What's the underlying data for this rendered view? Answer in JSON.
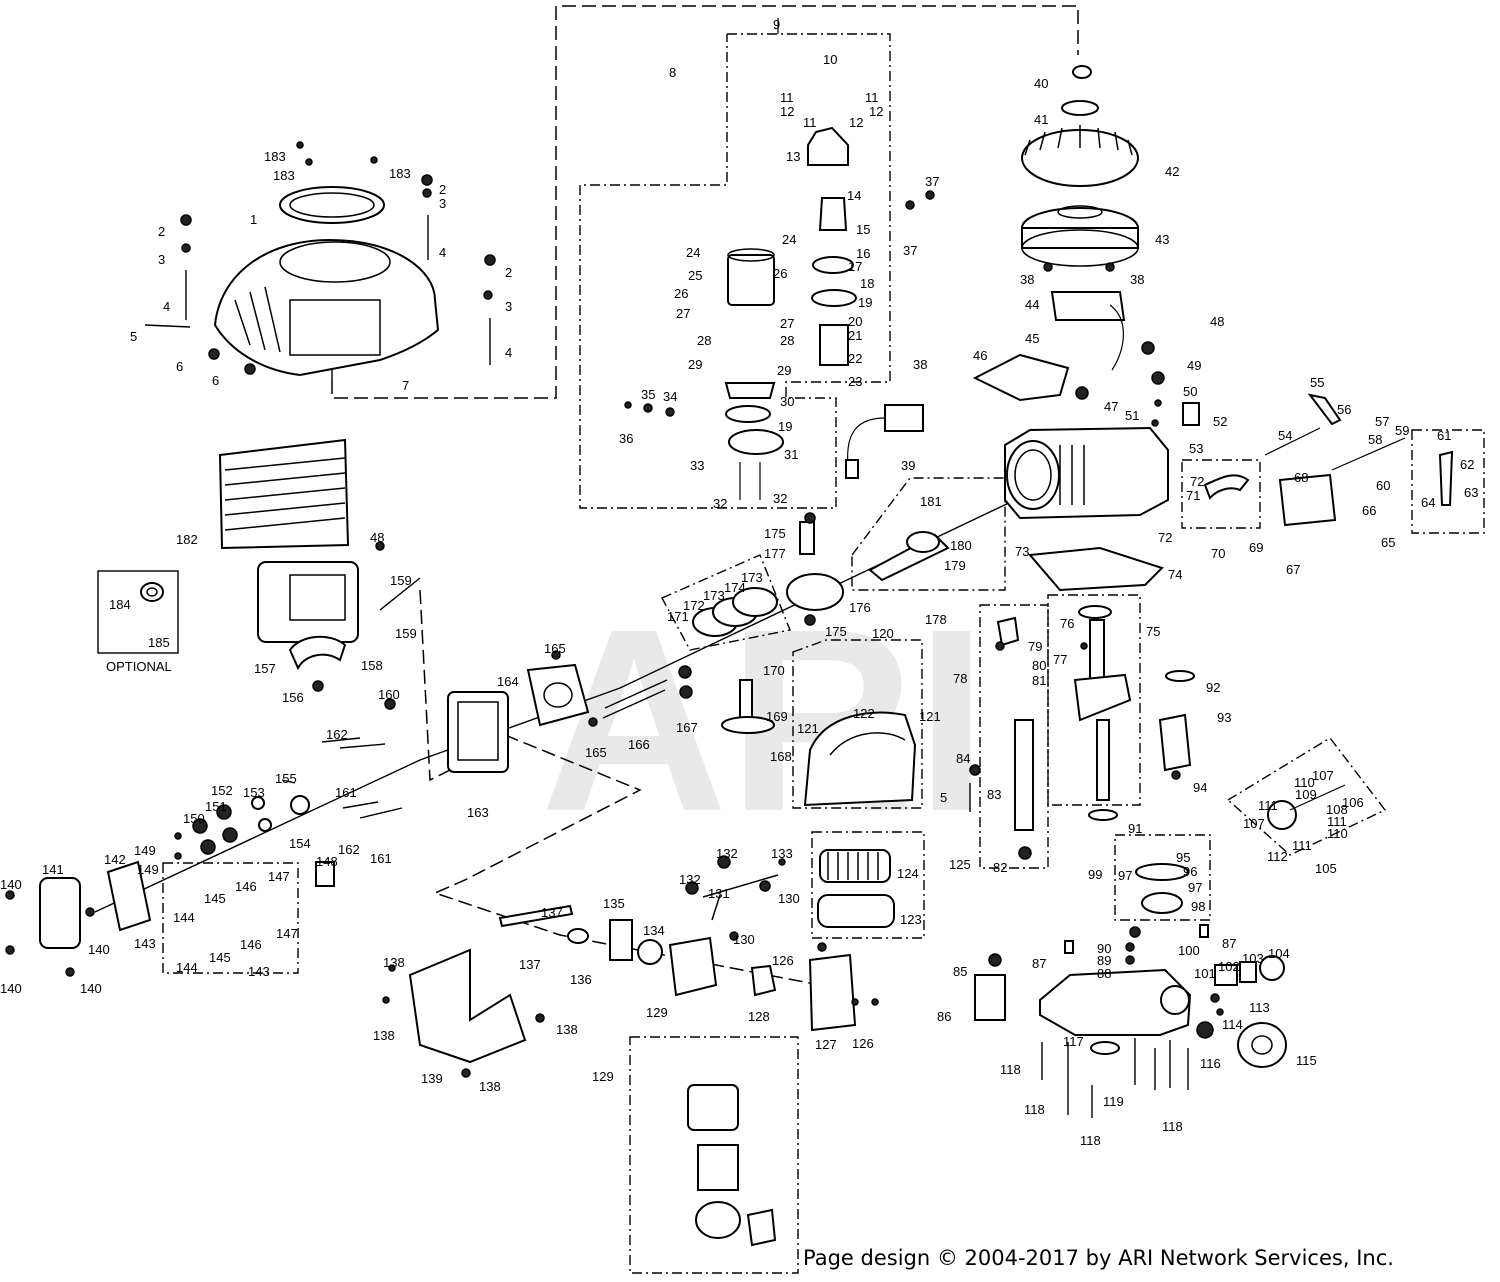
{
  "watermark": "ARI",
  "copyright": "Page design © 2004-2017 by ARI Network Services, Inc.",
  "optional_label": "OPTIONAL",
  "callouts": [
    {
      "id": "c1",
      "text": "1"
    },
    {
      "id": "c2a",
      "text": "2"
    },
    {
      "id": "c2b",
      "text": "2"
    },
    {
      "id": "c2c",
      "text": "2"
    },
    {
      "id": "c3a",
      "text": "3"
    },
    {
      "id": "c3b",
      "text": "3"
    },
    {
      "id": "c3c",
      "text": "3"
    },
    {
      "id": "c4a",
      "text": "4"
    },
    {
      "id": "c4b",
      "text": "4"
    },
    {
      "id": "c4c",
      "text": "4"
    },
    {
      "id": "c5a",
      "text": "5"
    },
    {
      "id": "c5b",
      "text": "5"
    },
    {
      "id": "c6a",
      "text": "6"
    },
    {
      "id": "c6b",
      "text": "6"
    },
    {
      "id": "c7",
      "text": "7"
    },
    {
      "id": "c8",
      "text": "8"
    },
    {
      "id": "c9",
      "text": "9"
    },
    {
      "id": "c10",
      "text": "10"
    },
    {
      "id": "c11a",
      "text": "11"
    },
    {
      "id": "c11b",
      "text": "11"
    },
    {
      "id": "c11c",
      "text": "11"
    },
    {
      "id": "c12a",
      "text": "12"
    },
    {
      "id": "c12b",
      "text": "12"
    },
    {
      "id": "c12c",
      "text": "12"
    },
    {
      "id": "c13",
      "text": "13"
    },
    {
      "id": "c14",
      "text": "14"
    },
    {
      "id": "c15",
      "text": "15"
    },
    {
      "id": "c16",
      "text": "16"
    },
    {
      "id": "c17",
      "text": "17"
    },
    {
      "id": "c18",
      "text": "18"
    },
    {
      "id": "c19a",
      "text": "19"
    },
    {
      "id": "c19b",
      "text": "19"
    },
    {
      "id": "c20",
      "text": "20"
    },
    {
      "id": "c21",
      "text": "21"
    },
    {
      "id": "c22",
      "text": "22"
    },
    {
      "id": "c23",
      "text": "23"
    },
    {
      "id": "c24a",
      "text": "24"
    },
    {
      "id": "c24b",
      "text": "24"
    },
    {
      "id": "c25",
      "text": "25"
    },
    {
      "id": "c26a",
      "text": "26"
    },
    {
      "id": "c26b",
      "text": "26"
    },
    {
      "id": "c27a",
      "text": "27"
    },
    {
      "id": "c27b",
      "text": "27"
    },
    {
      "id": "c28a",
      "text": "28"
    },
    {
      "id": "c28b",
      "text": "28"
    },
    {
      "id": "c29a",
      "text": "29"
    },
    {
      "id": "c29b",
      "text": "29"
    },
    {
      "id": "c30",
      "text": "30"
    },
    {
      "id": "c31",
      "text": "31"
    },
    {
      "id": "c32a",
      "text": "32"
    },
    {
      "id": "c32b",
      "text": "32"
    },
    {
      "id": "c33",
      "text": "33"
    },
    {
      "id": "c34",
      "text": "34"
    },
    {
      "id": "c35",
      "text": "35"
    },
    {
      "id": "c36",
      "text": "36"
    },
    {
      "id": "c37a",
      "text": "37"
    },
    {
      "id": "c37b",
      "text": "37"
    },
    {
      "id": "c38a",
      "text": "38"
    },
    {
      "id": "c38b",
      "text": "38"
    },
    {
      "id": "c38c",
      "text": "38"
    },
    {
      "id": "c39",
      "text": "39"
    },
    {
      "id": "c40",
      "text": "40"
    },
    {
      "id": "c41",
      "text": "41"
    },
    {
      "id": "c42",
      "text": "42"
    },
    {
      "id": "c43",
      "text": "43"
    },
    {
      "id": "c44",
      "text": "44"
    },
    {
      "id": "c45",
      "text": "45"
    },
    {
      "id": "c46",
      "text": "46"
    },
    {
      "id": "c47",
      "text": "47"
    },
    {
      "id": "c48a",
      "text": "48"
    },
    {
      "id": "c48b",
      "text": "48"
    },
    {
      "id": "c49",
      "text": "49"
    },
    {
      "id": "c50",
      "text": "50"
    },
    {
      "id": "c51",
      "text": "51"
    },
    {
      "id": "c52",
      "text": "52"
    },
    {
      "id": "c53",
      "text": "53"
    },
    {
      "id": "c54",
      "text": "54"
    },
    {
      "id": "c55",
      "text": "55"
    },
    {
      "id": "c56",
      "text": "56"
    },
    {
      "id": "c57",
      "text": "57"
    },
    {
      "id": "c58",
      "text": "58"
    },
    {
      "id": "c59",
      "text": "59"
    },
    {
      "id": "c60",
      "text": "60"
    },
    {
      "id": "c61",
      "text": "61"
    },
    {
      "id": "c62",
      "text": "62"
    },
    {
      "id": "c63",
      "text": "63"
    },
    {
      "id": "c64",
      "text": "64"
    },
    {
      "id": "c65",
      "text": "65"
    },
    {
      "id": "c66",
      "text": "66"
    },
    {
      "id": "c67",
      "text": "67"
    },
    {
      "id": "c68",
      "text": "68"
    },
    {
      "id": "c69",
      "text": "69"
    },
    {
      "id": "c70",
      "text": "70"
    },
    {
      "id": "c71",
      "text": "71"
    },
    {
      "id": "c72a",
      "text": "72"
    },
    {
      "id": "c72b",
      "text": "72"
    },
    {
      "id": "c73",
      "text": "73"
    },
    {
      "id": "c74",
      "text": "74"
    },
    {
      "id": "c75",
      "text": "75"
    },
    {
      "id": "c76",
      "text": "76"
    },
    {
      "id": "c77",
      "text": "77"
    },
    {
      "id": "c78",
      "text": "78"
    },
    {
      "id": "c79",
      "text": "79"
    },
    {
      "id": "c80",
      "text": "80"
    },
    {
      "id": "c81",
      "text": "81"
    },
    {
      "id": "c82",
      "text": "82"
    },
    {
      "id": "c83",
      "text": "83"
    },
    {
      "id": "c84",
      "text": "84"
    },
    {
      "id": "c85",
      "text": "85"
    },
    {
      "id": "c86",
      "text": "86"
    },
    {
      "id": "c87a",
      "text": "87"
    },
    {
      "id": "c87b",
      "text": "87"
    },
    {
      "id": "c88",
      "text": "88"
    },
    {
      "id": "c89",
      "text": "89"
    },
    {
      "id": "c90",
      "text": "90"
    },
    {
      "id": "c91",
      "text": "91"
    },
    {
      "id": "c92",
      "text": "92"
    },
    {
      "id": "c93",
      "text": "93"
    },
    {
      "id": "c94",
      "text": "94"
    },
    {
      "id": "c95",
      "text": "95"
    },
    {
      "id": "c96",
      "text": "96"
    },
    {
      "id": "c97a",
      "text": "97"
    },
    {
      "id": "c97b",
      "text": "97"
    },
    {
      "id": "c98",
      "text": "98"
    },
    {
      "id": "c99",
      "text": "99"
    },
    {
      "id": "c100",
      "text": "100"
    },
    {
      "id": "c101",
      "text": "101"
    },
    {
      "id": "c102",
      "text": "102"
    },
    {
      "id": "c103",
      "text": "103"
    },
    {
      "id": "c104",
      "text": "104"
    },
    {
      "id": "c105",
      "text": "105"
    },
    {
      "id": "c106",
      "text": "106"
    },
    {
      "id": "c107a",
      "text": "107"
    },
    {
      "id": "c107b",
      "text": "107"
    },
    {
      "id": "c108",
      "text": "108"
    },
    {
      "id": "c109",
      "text": "109"
    },
    {
      "id": "c110a",
      "text": "110"
    },
    {
      "id": "c110b",
      "text": "110"
    },
    {
      "id": "c111a",
      "text": "111"
    },
    {
      "id": "c111b",
      "text": "111"
    },
    {
      "id": "c111c",
      "text": "111"
    },
    {
      "id": "c112",
      "text": "112"
    },
    {
      "id": "c113",
      "text": "113"
    },
    {
      "id": "c114",
      "text": "114"
    },
    {
      "id": "c115",
      "text": "115"
    },
    {
      "id": "c116",
      "text": "116"
    },
    {
      "id": "c117",
      "text": "117"
    },
    {
      "id": "c118a",
      "text": "118"
    },
    {
      "id": "c118b",
      "text": "118"
    },
    {
      "id": "c118c",
      "text": "118"
    },
    {
      "id": "c118d",
      "text": "118"
    },
    {
      "id": "c119",
      "text": "119"
    },
    {
      "id": "c120",
      "text": "120"
    },
    {
      "id": "c121a",
      "text": "121"
    },
    {
      "id": "c121b",
      "text": "121"
    },
    {
      "id": "c122",
      "text": "122"
    },
    {
      "id": "c123",
      "text": "123"
    },
    {
      "id": "c124",
      "text": "124"
    },
    {
      "id": "c125",
      "text": "125"
    },
    {
      "id": "c126a",
      "text": "126"
    },
    {
      "id": "c126b",
      "text": "126"
    },
    {
      "id": "c127",
      "text": "127"
    },
    {
      "id": "c128",
      "text": "128"
    },
    {
      "id": "c129a",
      "text": "129"
    },
    {
      "id": "c129b",
      "text": "129"
    },
    {
      "id": "c130a",
      "text": "130"
    },
    {
      "id": "c130b",
      "text": "130"
    },
    {
      "id": "c131",
      "text": "131"
    },
    {
      "id": "c132a",
      "text": "132"
    },
    {
      "id": "c132b",
      "text": "132"
    },
    {
      "id": "c133",
      "text": "133"
    },
    {
      "id": "c134",
      "text": "134"
    },
    {
      "id": "c135",
      "text": "135"
    },
    {
      "id": "c136",
      "text": "136"
    },
    {
      "id": "c137a",
      "text": "137"
    },
    {
      "id": "c137b",
      "text": "137"
    },
    {
      "id": "c138a",
      "text": "138"
    },
    {
      "id": "c138b",
      "text": "138"
    },
    {
      "id": "c138c",
      "text": "138"
    },
    {
      "id": "c138d",
      "text": "138"
    },
    {
      "id": "c139",
      "text": "139"
    },
    {
      "id": "c140a",
      "text": "140"
    },
    {
      "id": "c140b",
      "text": "140"
    },
    {
      "id": "c140c",
      "text": "140"
    },
    {
      "id": "c140d",
      "text": "140"
    },
    {
      "id": "c141",
      "text": "141"
    },
    {
      "id": "c142",
      "text": "142"
    },
    {
      "id": "c143a",
      "text": "143"
    },
    {
      "id": "c143b",
      "text": "143"
    },
    {
      "id": "c144a",
      "text": "144"
    },
    {
      "id": "c144b",
      "text": "144"
    },
    {
      "id": "c145a",
      "text": "145"
    },
    {
      "id": "c145b",
      "text": "145"
    },
    {
      "id": "c146a",
      "text": "146"
    },
    {
      "id": "c146b",
      "text": "146"
    },
    {
      "id": "c147a",
      "text": "147"
    },
    {
      "id": "c147b",
      "text": "147"
    },
    {
      "id": "c148",
      "text": "148"
    },
    {
      "id": "c149a",
      "text": "149"
    },
    {
      "id": "c149b",
      "text": "149"
    },
    {
      "id": "c150",
      "text": "150"
    },
    {
      "id": "c151",
      "text": "151"
    },
    {
      "id": "c152",
      "text": "152"
    },
    {
      "id": "c153",
      "text": "153"
    },
    {
      "id": "c154",
      "text": "154"
    },
    {
      "id": "c155",
      "text": "155"
    },
    {
      "id": "c156",
      "text": "156"
    },
    {
      "id": "c157",
      "text": "157"
    },
    {
      "id": "c158",
      "text": "158"
    },
    {
      "id": "c159a",
      "text": "159"
    },
    {
      "id": "c159b",
      "text": "159"
    },
    {
      "id": "c160",
      "text": "160"
    },
    {
      "id": "c161a",
      "text": "161"
    },
    {
      "id": "c161b",
      "text": "161"
    },
    {
      "id": "c162a",
      "text": "162"
    },
    {
      "id": "c162b",
      "text": "162"
    },
    {
      "id": "c163",
      "text": "163"
    },
    {
      "id": "c164",
      "text": "164"
    },
    {
      "id": "c165a",
      "text": "165"
    },
    {
      "id": "c165b",
      "text": "165"
    },
    {
      "id": "c166",
      "text": "166"
    },
    {
      "id": "c167",
      "text": "167"
    },
    {
      "id": "c168",
      "text": "168"
    },
    {
      "id": "c169",
      "text": "169"
    },
    {
      "id": "c170",
      "text": "170"
    },
    {
      "id": "c171",
      "text": "171"
    },
    {
      "id": "c172",
      "text": "172"
    },
    {
      "id": "c173a",
      "text": "173"
    },
    {
      "id": "c173b",
      "text": "173"
    },
    {
      "id": "c174",
      "text": "174"
    },
    {
      "id": "c175a",
      "text": "175"
    },
    {
      "id": "c175b",
      "text": "175"
    },
    {
      "id": "c176",
      "text": "176"
    },
    {
      "id": "c177",
      "text": "177"
    },
    {
      "id": "c178",
      "text": "178"
    },
    {
      "id": "c179",
      "text": "179"
    },
    {
      "id": "c180",
      "text": "180"
    },
    {
      "id": "c181",
      "text": "181"
    },
    {
      "id": "c182",
      "text": "182"
    },
    {
      "id": "c183a",
      "text": "183"
    },
    {
      "id": "c183b",
      "text": "183"
    },
    {
      "id": "c183c",
      "text": "183"
    },
    {
      "id": "c184",
      "text": "184"
    },
    {
      "id": "c185",
      "text": "185"
    }
  ]
}
